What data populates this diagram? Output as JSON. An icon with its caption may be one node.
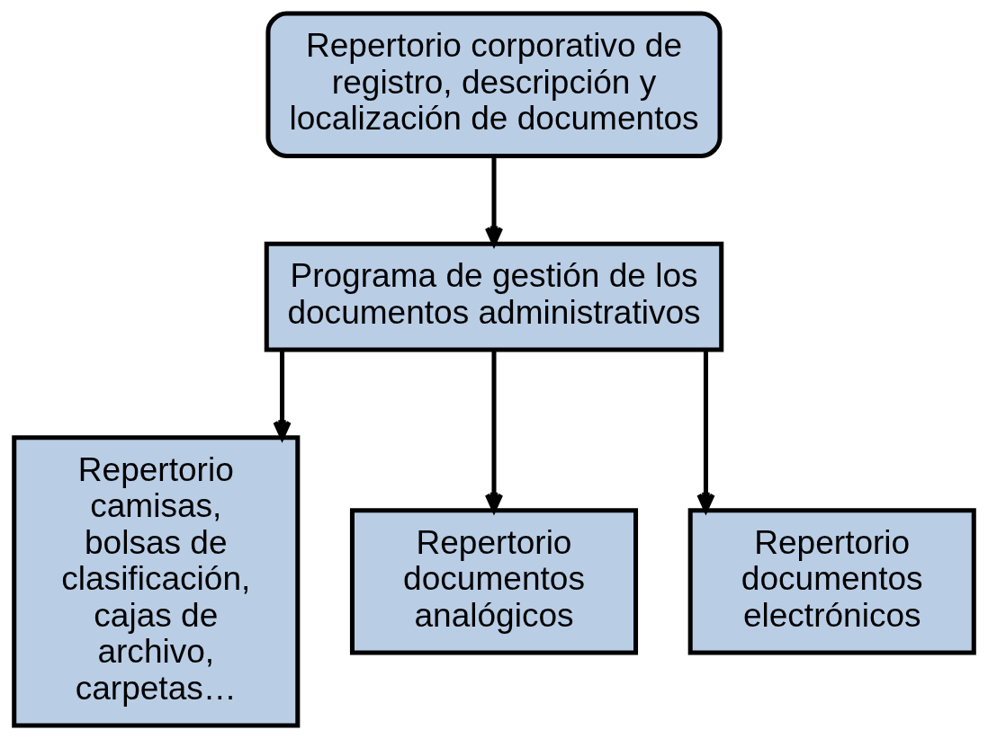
{
  "diagram": {
    "nodes": [
      {
        "text": [
          "Repertorio corporativo de registro, descripción y localización de documentos"
        ]
      },
      {
        "text": [
          "Programa de gestión de los documentos administrativos"
        ]
      },
      {
        "text": [
          "Repertorio camisas, bolsas de clasificación, cajas de archivo, carpetas…"
        ]
      },
      {
        "text": [
          "Repertorio documentos analógicos"
        ]
      },
      {
        "text": [
          "Repertorio documentos electrónicos"
        ]
      }
    ],
    "edges": [
      {
        "from": 0,
        "to": 1,
        "arrow": "to"
      },
      {
        "from": 1,
        "to": 2,
        "arrow": "to"
      },
      {
        "from": 1,
        "to": 3,
        "arrow": "to"
      },
      {
        "from": 1,
        "to": 4,
        "arrow": "to"
      }
    ]
  }
}
